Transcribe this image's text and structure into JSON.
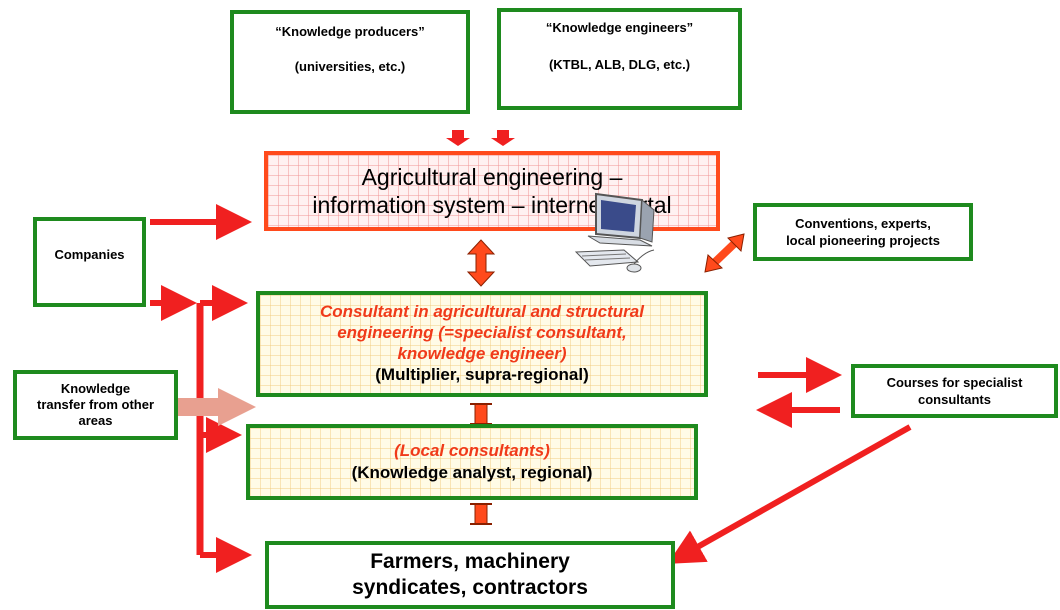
{
  "boxes": {
    "producers": {
      "line1": "“Knowledge producers”",
      "line2": "(universities, etc.)"
    },
    "engineers": {
      "line1": "“Knowledge engineers”",
      "line2": "(KTBL, ALB, DLG, etc.)"
    },
    "portal": {
      "line1": "Agricultural engineering –",
      "line2": "information system – internet portal"
    },
    "companies": {
      "label": "Companies"
    },
    "conventions": {
      "line1": "Conventions, experts,",
      "line2": "local pioneering projects"
    },
    "consultant": {
      "line1": "Consultant in agricultural and structural",
      "line2": "engineering (=specialist consultant,",
      "line3": "knowledge engineer)",
      "line4": "(Multiplier, supra-regional)"
    },
    "transfer": {
      "line1": "Knowledge",
      "line2": "transfer from other",
      "line3": "areas"
    },
    "courses": {
      "line1": "Courses for specialist",
      "line2": "consultants"
    },
    "local": {
      "line1": "(Local consultants)",
      "line2": "(Knowledge analyst, regional)"
    },
    "farmers": {
      "line1": "Farmers, machinery",
      "line2": "syndicates, contractors"
    }
  },
  "colors": {
    "green": "#1e8a1e",
    "red": "#f02020",
    "orange": "#ff4a1c",
    "salmon": "#e8a090"
  },
  "icons": {
    "computer": "computer-icon"
  }
}
